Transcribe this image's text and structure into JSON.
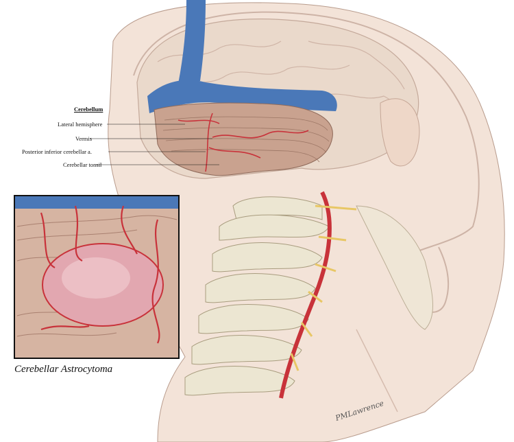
{
  "labels": {
    "heading": "Cerebellum",
    "items": [
      "Lateral hemisphere",
      "Vermis",
      "Posterior inferior cerebellar a.",
      "Cerebellar tonsil"
    ]
  },
  "inset": {
    "caption": "Cerebellar Astrocytoma"
  },
  "signature": "PMLawrence",
  "colors": {
    "skin": "#f3e3d8",
    "skin_shadow": "#e3c9b8",
    "brain": "#e9d8c9",
    "cerebellum": "#c9a28f",
    "sinus_blue": "#4a78b8",
    "artery_red": "#c8323a",
    "bone": "#ece6d2",
    "bone_shadow": "#c9bea0",
    "nerve_yellow": "#e8c765",
    "tumor_pink": "#d99aa4"
  }
}
